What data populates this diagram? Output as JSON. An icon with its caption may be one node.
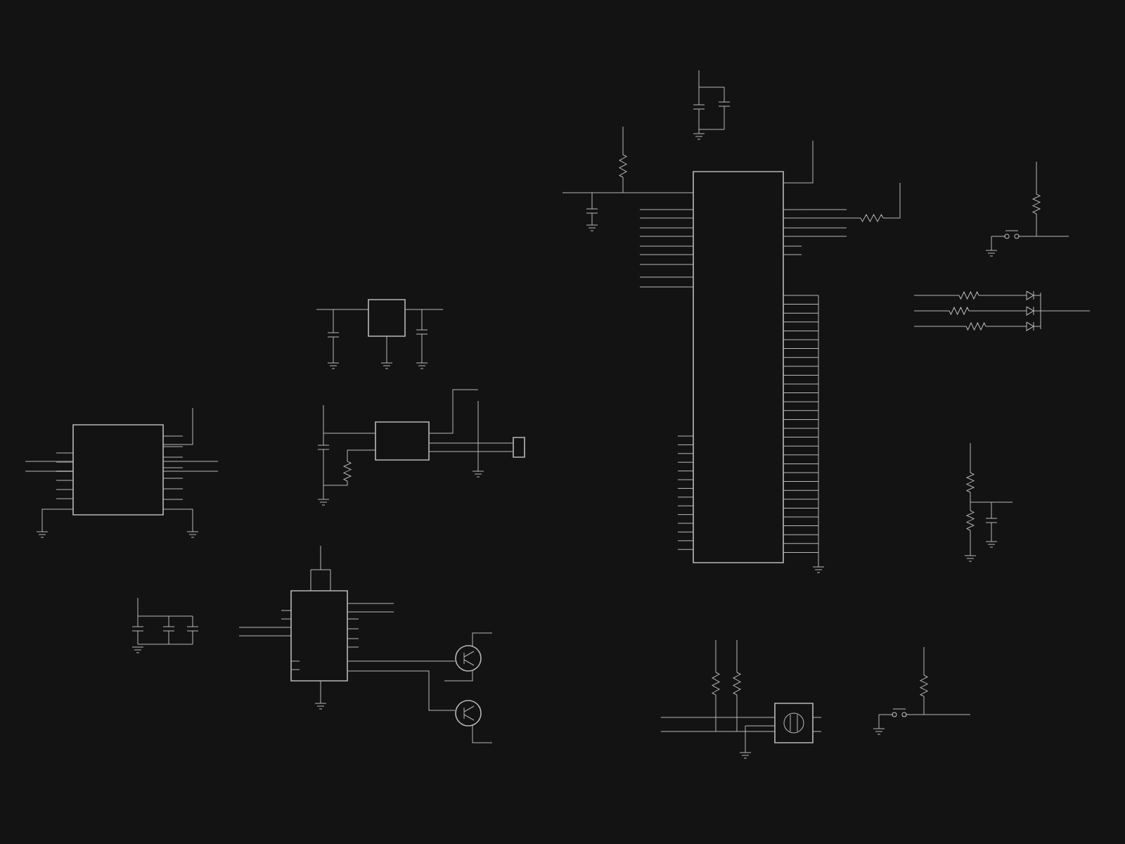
{
  "diagram": {
    "nodes": [
      {
        "text": [],
        "shape": "box"
      },
      {
        "text": [],
        "shape": "box"
      },
      {
        "text": [],
        "shape": "box"
      },
      {
        "text": [],
        "shape": "box"
      },
      {
        "text": [],
        "shape": "box"
      },
      {
        "text": [],
        "shape": "box"
      },
      {
        "text": [],
        "shape": "circle"
      },
      {
        "text": [],
        "shape": "circle"
      },
      {
        "text": [],
        "shape": "box"
      }
    ],
    "edges": [
      {
        "from": 3,
        "to": 4,
        "arrow": "none"
      },
      {
        "from": 3,
        "to": 4,
        "arrow": "none"
      },
      {
        "from": 5,
        "to": 6,
        "arrow": "none"
      },
      {
        "from": 5,
        "to": 7,
        "arrow": "none"
      }
    ]
  }
}
